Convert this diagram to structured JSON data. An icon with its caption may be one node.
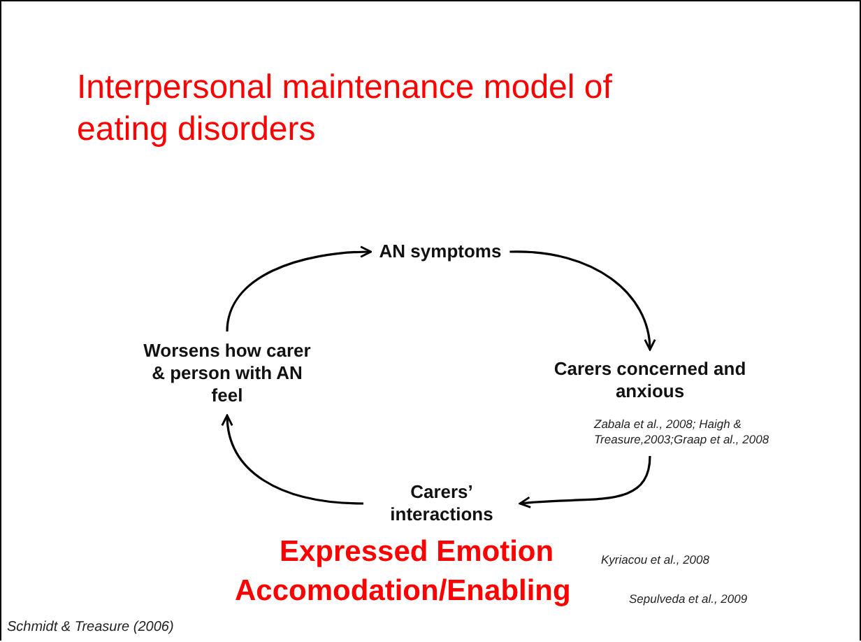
{
  "diagram": {
    "title": "Interpersonal maintenance model of eating disorders",
    "nodes": [
      {
        "text": [
          "AN symptoms"
        ]
      },
      {
        "text": [
          "Carers concerned and anxious"
        ],
        "beside": [
          "Zabala et al., 2008; Haigh & Treasure,2003;Graap et al., 2008"
        ]
      },
      {
        "text": [
          "Carers’ interactions"
        ]
      },
      {
        "text": [
          "Worsens how carer & person with AN feel"
        ]
      }
    ],
    "edges": [
      {
        "from": 0,
        "to": 1,
        "arrow": "to"
      },
      {
        "from": 1,
        "to": 2,
        "arrow": "to"
      },
      {
        "from": 2,
        "to": 3,
        "arrow": "to"
      },
      {
        "from": 3,
        "to": 0,
        "arrow": "to"
      }
    ],
    "labels": [
      "Expressed Emotion",
      "Kyriacou et al., 2008",
      "Accomodation/Enabling",
      "Sepulveda et al., 2009",
      "Schmidt & Treasure (2006)"
    ]
  }
}
